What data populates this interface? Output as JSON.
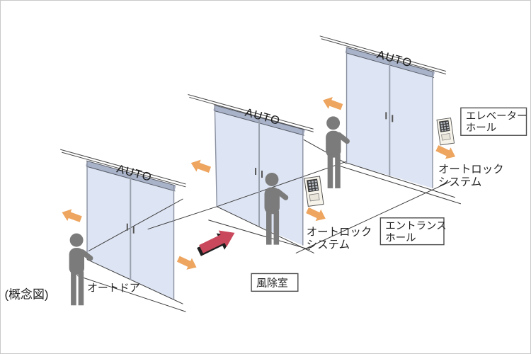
{
  "figure": {
    "type": "concept-diagram",
    "caption": "(概念図)"
  },
  "doors": [
    {
      "id": "entry-auto-door",
      "label": "AUTO"
    },
    {
      "id": "windbreak-auto-door",
      "label": "AUTO"
    },
    {
      "id": "elevator-hall-auto-door",
      "label": "AUTO"
    }
  ],
  "labels": {
    "concept_note": "(概念図)",
    "auto_door": "オートドア",
    "windbreak_room": "風除室",
    "autolock_mid_line1": "オートロック",
    "autolock_mid_line2": "システム",
    "autolock_right_line1": "オートロック",
    "autolock_right_line2": "システム",
    "entrance_hall_line1": "エントランス",
    "entrance_hall_line2": "ホール",
    "elevator_hall_line1": "エレベーター",
    "elevator_hall_line2": "ホール"
  },
  "colors": {
    "door_glass": "#dde4f3",
    "door_rail": "#a8b2c8",
    "arrow_orange": "#eda55f",
    "arrow_red": "#c9485b",
    "arrow_shadow": "#1f1f1f",
    "person_gray": "#7b7b7b",
    "line_gray": "#3c3c3c"
  },
  "icons": {
    "person": "person-pictogram",
    "keypad": "autolock-keypad",
    "orange_arrow": "door-direction-arrow",
    "red_arrow": "walking-path-arrow"
  }
}
